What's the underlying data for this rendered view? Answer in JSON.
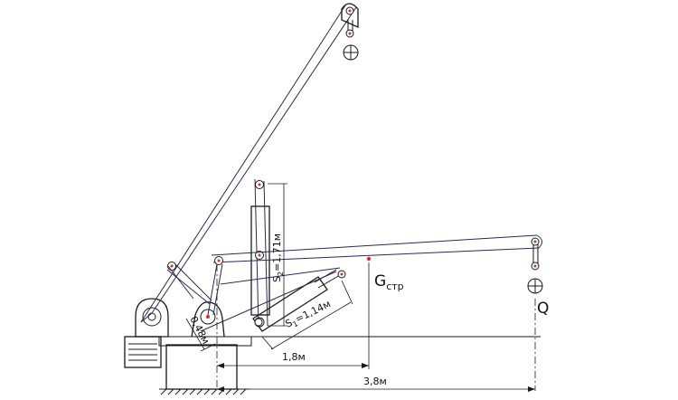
{
  "labels": {
    "s2": "S",
    "s2_sub": "2",
    "s2_val": "=1,71м",
    "s1": "S",
    "s1_sub": "1",
    "s1_val": "=1,14м",
    "d048": "0,48м",
    "d18": "1,8м",
    "d38": "3,8м",
    "g": "G",
    "g_sub": "стр",
    "q": "Q"
  },
  "colors": {
    "line": "#1a1a1a",
    "boom": "#2a2a55",
    "pin_center": "#cc3333"
  }
}
